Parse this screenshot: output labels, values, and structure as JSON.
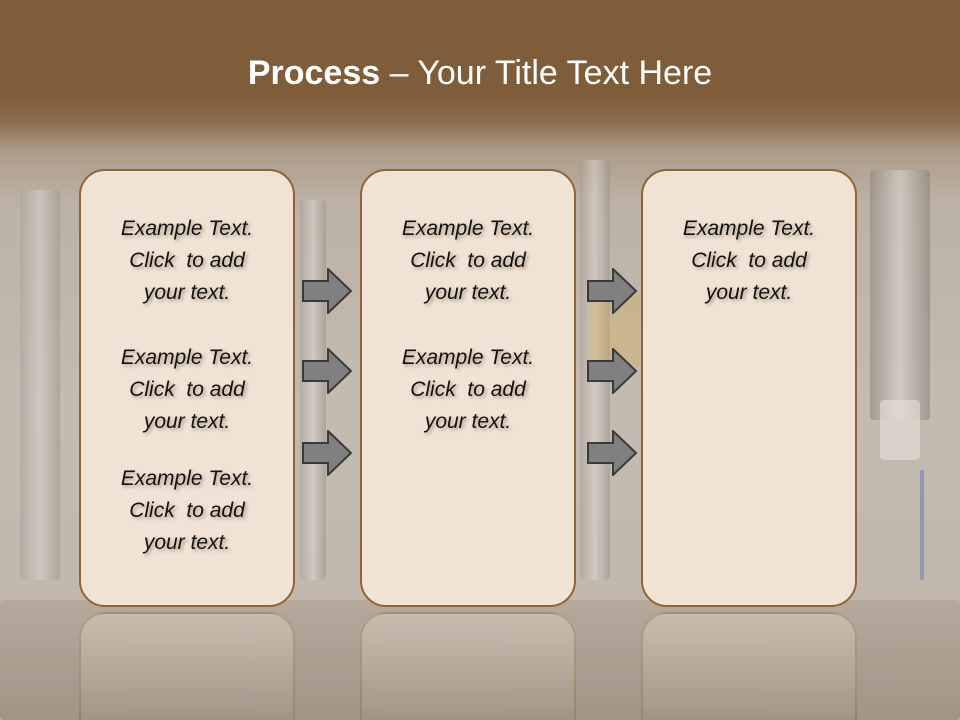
{
  "slide": {
    "title_bold": "Process",
    "title_rest": " – Your Title Text Here"
  },
  "columns": [
    {
      "blocks": [
        {
          "line1": "Example Text.",
          "line2": "Click  to add",
          "line3": "your text."
        },
        {
          "line1": "Example Text.",
          "line2": "Click  to add",
          "line3": "your text."
        },
        {
          "line1": "Example Text.",
          "line2": "Click  to add",
          "line3": "your text."
        }
      ]
    },
    {
      "blocks": [
        {
          "line1": "Example Text.",
          "line2": "Click  to add",
          "line3": "your text."
        },
        {
          "line1": "Example Text.",
          "line2": "Click  to add",
          "line3": "your text."
        }
      ]
    },
    {
      "blocks": [
        {
          "line1": "Example Text.",
          "line2": "Click  to add",
          "line3": "your text."
        }
      ]
    }
  ],
  "colors": {
    "header": "#7f5c3a",
    "box_fill": "#f0e2d5",
    "box_border": "#8f6537",
    "arrow_fill": "#808080"
  },
  "icons": [
    "right-arrow-icon"
  ]
}
